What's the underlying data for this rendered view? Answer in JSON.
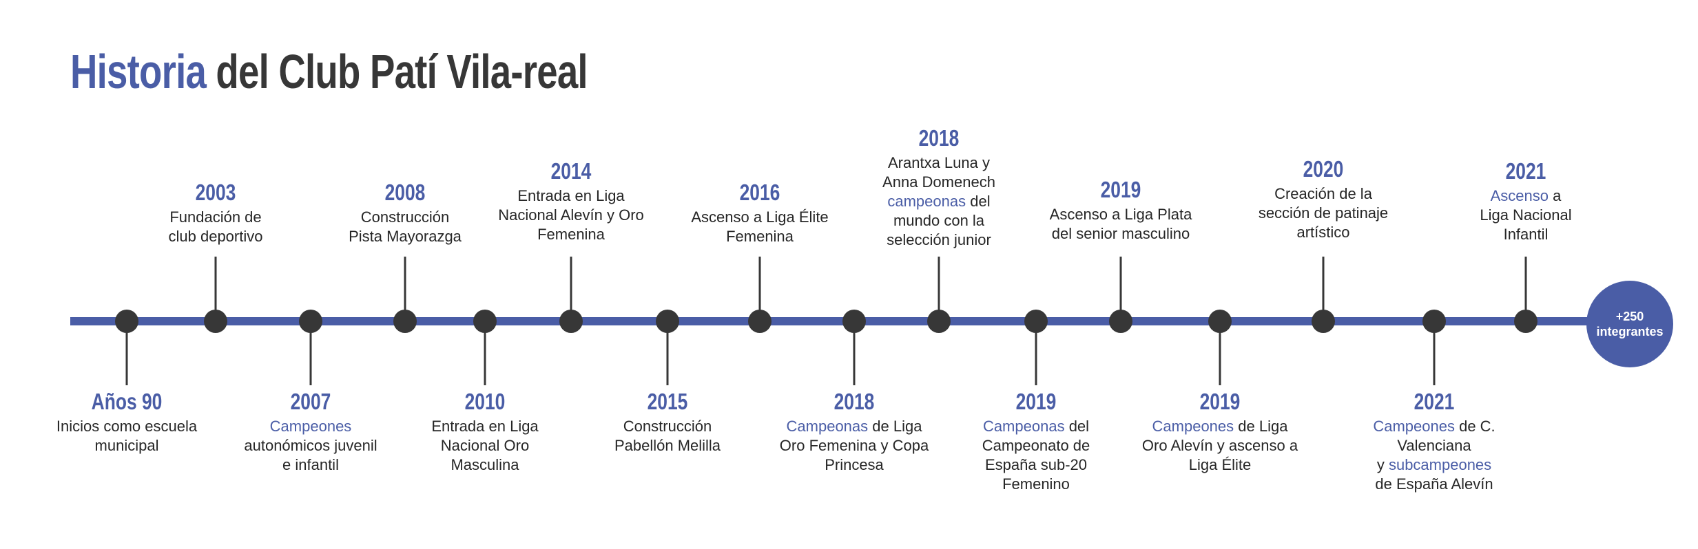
{
  "title": {
    "highlight": "Historia",
    "rest": " del Club Patí Vila-real"
  },
  "members_badge": "+250\nintegrantes",
  "colors": {
    "accent": "#4a5da6",
    "dark": "#373737"
  },
  "events": [
    {
      "year": "Años 90",
      "pre": "Inicios  como  escuela\nmunicipal",
      "hl": "",
      "post": "",
      "position": "below"
    },
    {
      "year": "2003",
      "pre": "Fundación de\nclub deportivo",
      "hl": "",
      "post": "",
      "position": "above"
    },
    {
      "year": "2007",
      "pre": "",
      "hl": "Campeones",
      "post": "\nautonómicos juvenil\ne infantil",
      "position": "below"
    },
    {
      "year": "2008",
      "pre": "Construcción\nPista Mayorazga",
      "hl": "",
      "post": "",
      "position": "above"
    },
    {
      "year": "2010",
      "pre": "Entrada en Liga\nNacional Oro\nMasculina",
      "hl": "",
      "post": "",
      "position": "below"
    },
    {
      "year": "2014",
      "pre": "Entrada en Liga\nNacional Alevín y Oro\nFemenina",
      "hl": "",
      "post": "",
      "position": "above"
    },
    {
      "year": "2015",
      "pre": "Construcción\nPabellón Melilla",
      "hl": "",
      "post": "",
      "position": "below"
    },
    {
      "year": "2016",
      "pre": "Ascenso a Liga Élite\nFemenina",
      "hl": "",
      "post": "",
      "position": "above"
    },
    {
      "year": "2018",
      "pre": "",
      "hl": "Campeonas",
      "post": " de Liga\nOro Femenina y Copa\nPrincesa",
      "position": "below"
    },
    {
      "year": "2018",
      "pre": "Arantxa Luna y\nAnna Domenech\n",
      "hl": "campeonas",
      "post": " del\nmundo con la\nselección junior",
      "position": "above"
    },
    {
      "year": "2019",
      "pre": "",
      "hl": "Campeonas",
      "post": " del\nCampeonato de\nEspaña sub-20\nFemenino",
      "position": "below"
    },
    {
      "year": "2019",
      "pre": "Ascenso a Liga Plata\ndel senior masculino",
      "hl": "",
      "post": "",
      "position": "above"
    },
    {
      "year": "2019",
      "pre": "",
      "hl": "Campeones",
      "post": " de Liga\nOro Alevín y ascenso a\nLiga Élite",
      "position": "below"
    },
    {
      "year": "2020",
      "pre": "Creación de la\nsección de patinaje\nartístico",
      "hl": "",
      "post": "",
      "position": "above"
    },
    {
      "year": "2021",
      "pre": "",
      "hl": "Campeones",
      "post": " de C. Valenciana\ny ",
      "hl2": "subcampeones",
      "post2": "\nde España Alevín",
      "position": "below"
    },
    {
      "year": "2021",
      "pre": "",
      "hl": "Ascenso",
      "post": " a\nLiga Nacional\nInfantil",
      "position": "above"
    }
  ]
}
